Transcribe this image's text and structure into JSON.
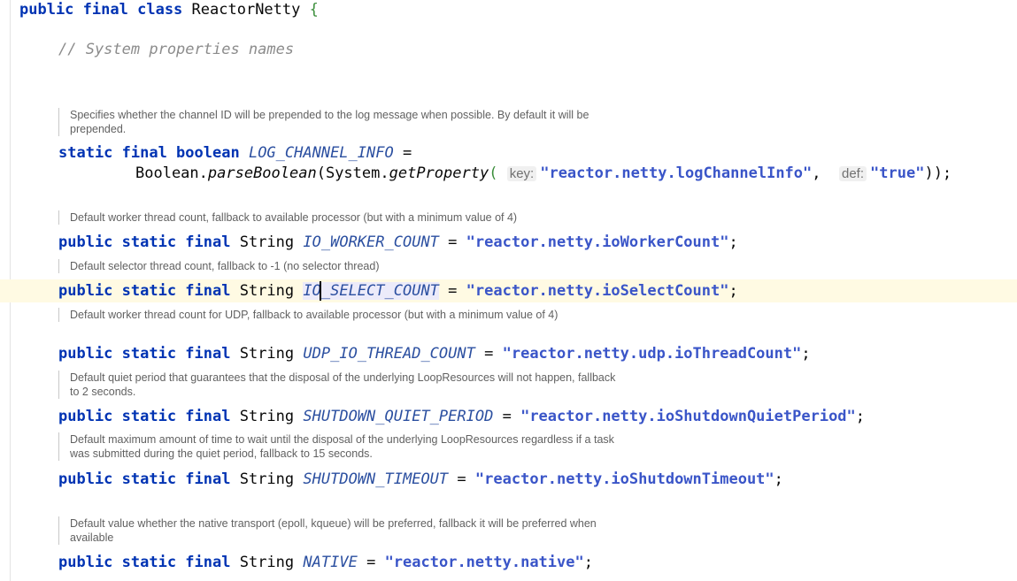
{
  "class_decl": {
    "kw1": "public",
    "kw2": "final",
    "kw3": "class",
    "name": "ReactorNetty",
    "brace": "{"
  },
  "comment": "// System properties names",
  "fields": [
    {
      "doc": "Specifies whether the channel ID will be prepended to the log message when possible. By default it will be prepended.",
      "mods": "static final boolean",
      "name": "LOG_CHANNEL_INFO",
      "eq": "=",
      "init_prefix": "Boolean.",
      "init_method": "parseBoolean",
      "init_mid": "(System.",
      "init_method2": "getProperty",
      "paren": "(",
      "hint_key": "key:",
      "arg1": "\"reactor.netty.logChannelInfo\"",
      "comma": ",",
      "hint_def": "def:",
      "arg2": "\"true\"",
      "tail": "));"
    },
    {
      "doc": "Default worker thread count, fallback to available processor (but with a minimum value of 4)",
      "mods": "public static final",
      "type": "String",
      "name": "IO_WORKER_COUNT",
      "eq": "=",
      "value": "\"reactor.netty.ioWorkerCount\"",
      "semi": ";"
    },
    {
      "doc": "Default selector thread count, fallback to -1 (no selector thread)",
      "mods": "public static final",
      "type": "String",
      "name": "IO_SELECT_COUNT",
      "eq": "=",
      "value": "\"reactor.netty.ioSelectCount\"",
      "semi": ";"
    },
    {
      "doc": "Default worker thread count for UDP, fallback to available processor (but with a minimum value of 4)",
      "mods": "public static final",
      "type": "String",
      "name": "UDP_IO_THREAD_COUNT",
      "eq": "=",
      "value": "\"reactor.netty.udp.ioThreadCount\"",
      "semi": ";"
    },
    {
      "doc": "Default quiet period that guarantees that the disposal of the underlying LoopResources will not happen, fallback to 2 seconds.",
      "mods": "public static final",
      "type": "String",
      "name": "SHUTDOWN_QUIET_PERIOD",
      "eq": "=",
      "value": "\"reactor.netty.ioShutdownQuietPeriod\"",
      "semi": ";"
    },
    {
      "doc": "Default maximum amount of time to wait until the disposal of the underlying LoopResources regardless if a task was submitted during the quiet period, fallback to 15 seconds.",
      "mods": "public static final",
      "type": "String",
      "name": "SHUTDOWN_TIMEOUT",
      "eq": "=",
      "value": "\"reactor.netty.ioShutdownTimeout\"",
      "semi": ";"
    },
    {
      "doc": "Default value whether the native transport (epoll, kqueue) will be preferred, fallback it will be preferred when available",
      "mods": "public static final",
      "type": "String",
      "name": "NATIVE",
      "eq": "=",
      "value": "\"reactor.netty.native\"",
      "semi": ";"
    }
  ]
}
